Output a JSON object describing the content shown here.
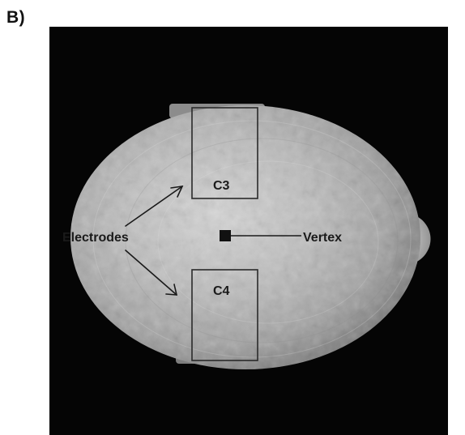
{
  "figure": {
    "panel_label": "B)",
    "labels": {
      "region_top": "C3",
      "region_bottom": "C4",
      "electrodes": "Electrodes",
      "vertex": "Vertex"
    },
    "colors": {
      "background": "#050505",
      "skull_light": "#c9c9c9",
      "skull_mid": "#9a9a9a",
      "skull_dark": "#5e5e5e",
      "annotation": "#1a1a1a"
    }
  }
}
